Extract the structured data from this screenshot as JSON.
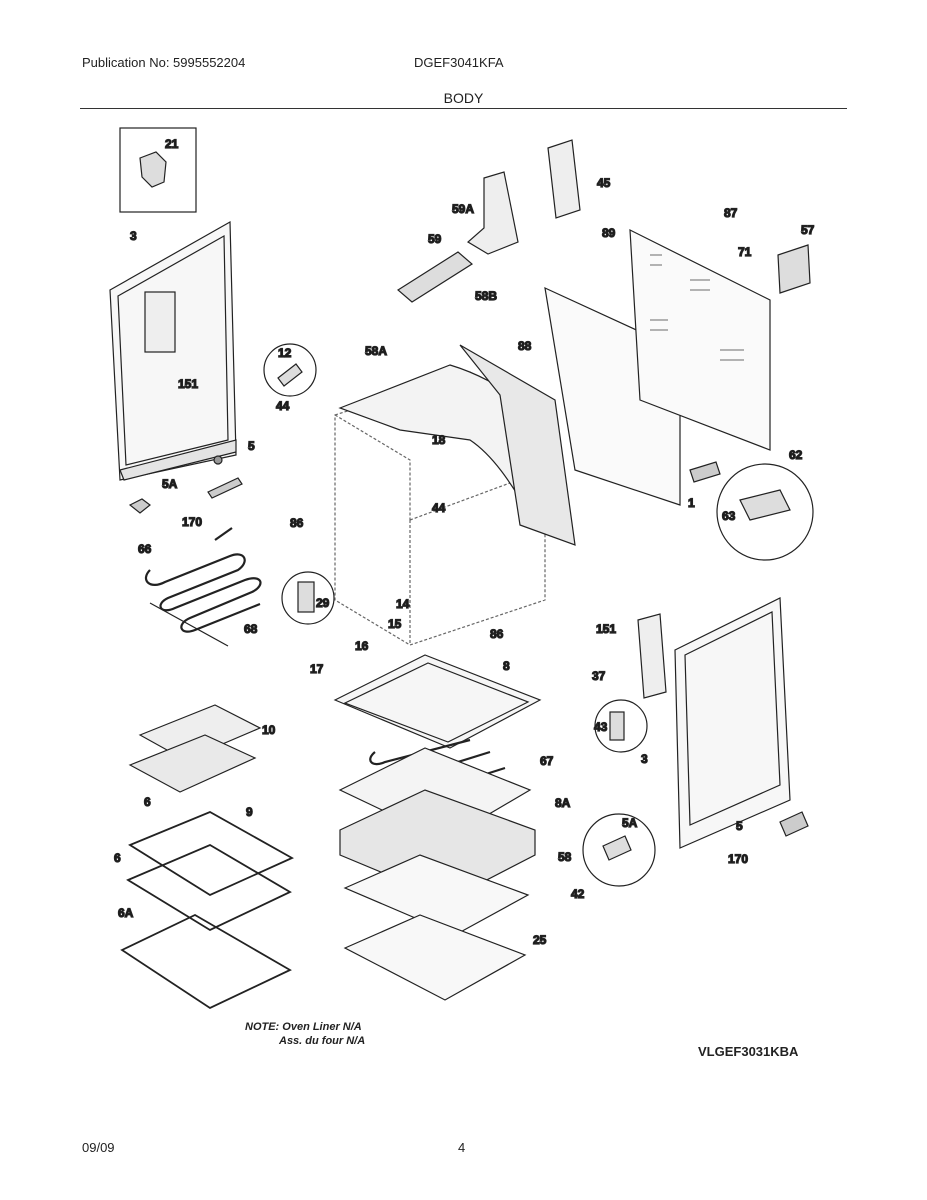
{
  "header": {
    "publication": "Publication No: 5995552204",
    "model": "DGEF3041KFA",
    "section": "BODY"
  },
  "footer": {
    "date": "09/09",
    "page": "4"
  },
  "diagram": {
    "note_line1": "NOTE: Oven Liner N/A",
    "note_line2": "Ass. du four N/A",
    "drawing_id": "VLGEF3031KBA",
    "part_numbers": [
      "21",
      "3",
      "151",
      "5",
      "5A",
      "170",
      "12",
      "44",
      "58A",
      "18",
      "86",
      "44",
      "66",
      "29",
      "14",
      "15",
      "16",
      "17",
      "68",
      "86",
      "45",
      "59A",
      "59",
      "89",
      "87",
      "71",
      "57",
      "58B",
      "88",
      "62",
      "63",
      "1",
      "151",
      "37",
      "8",
      "43",
      "67",
      "3",
      "8A",
      "58",
      "42",
      "25",
      "10",
      "9",
      "6",
      "6",
      "6A",
      "5A",
      "5",
      "170"
    ]
  }
}
